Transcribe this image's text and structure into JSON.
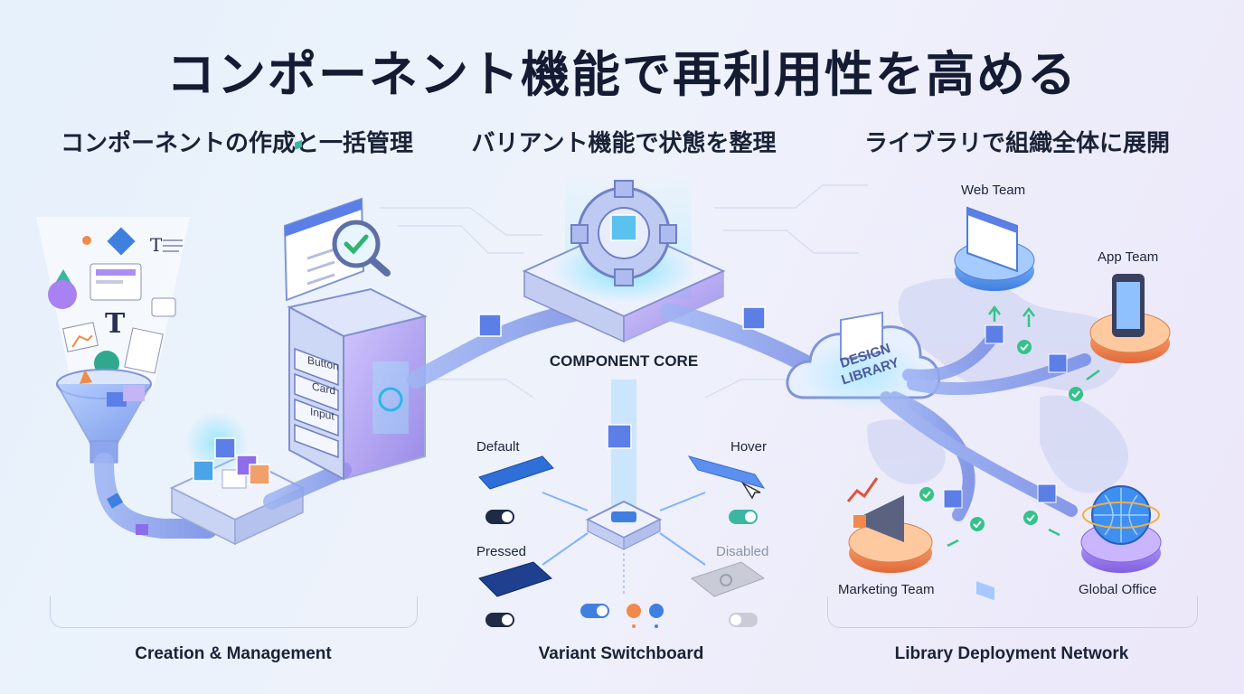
{
  "title": "コンポーネント機能で再利用性を高める",
  "sections": [
    {
      "heading": "コンポーネントの作成と一括管理",
      "footer": "Creation & Management"
    },
    {
      "heading": "バリアント機能で状態を整理",
      "footer": "Variant Switchboard"
    },
    {
      "heading": "ライブラリで組織全体に展開",
      "footer": "Library Deployment Network"
    }
  ],
  "creation": {
    "component_list": [
      "Button",
      "Card",
      "Input"
    ]
  },
  "core": {
    "label": "COMPONENT CORE"
  },
  "variants": {
    "default": "Default",
    "hover": "Hover",
    "pressed": "Pressed",
    "disabled": "Disabled"
  },
  "library": {
    "cloud_label": "DESIGN LIBRARY",
    "teams": {
      "web": "Web Team",
      "app": "App Team",
      "marketing": "Marketing Team",
      "global": "Global Office"
    }
  },
  "colors": {
    "accent_blue": "#3f7fe0",
    "accent_purple": "#8d6ee8",
    "accent_orange": "#f0894a",
    "success_green": "#34c28a",
    "title_navy": "#141b33"
  }
}
